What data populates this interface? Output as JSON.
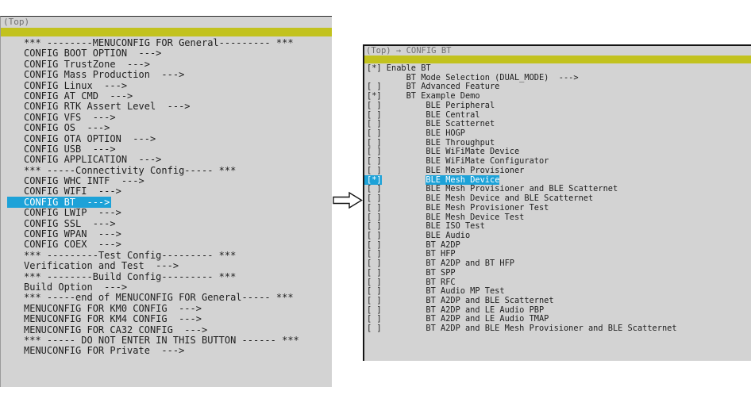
{
  "colors": {
    "panel_bg": "#d3d3d3",
    "pathbar": "#c2c21e",
    "highlight": "#1da2d8",
    "text": "#1e1e1e",
    "breadcrumb": "#6f6f6f"
  },
  "left_panel": {
    "breadcrumb": "(Top)",
    "items": [
      {
        "type": "separator",
        "label": "*** --------MENUCONFIG FOR General--------- ***"
      },
      {
        "type": "submenu",
        "label": "CONFIG BOOT OPTION  --->"
      },
      {
        "type": "submenu",
        "label": "CONFIG TrustZone  --->"
      },
      {
        "type": "submenu",
        "label": "CONFIG Mass Production  --->"
      },
      {
        "type": "submenu",
        "label": "CONFIG Linux  --->"
      },
      {
        "type": "submenu",
        "label": "CONFIG AT CMD  --->"
      },
      {
        "type": "submenu",
        "label": "CONFIG RTK Assert Level  --->"
      },
      {
        "type": "submenu",
        "label": "CONFIG VFS  --->"
      },
      {
        "type": "submenu",
        "label": "CONFIG OS  --->"
      },
      {
        "type": "submenu",
        "label": "CONFIG OTA OPTION  --->"
      },
      {
        "type": "submenu",
        "label": "CONFIG USB  --->"
      },
      {
        "type": "submenu",
        "label": "CONFIG APPLICATION  --->"
      },
      {
        "type": "separator",
        "label": "*** -----Connectivity Config----- ***"
      },
      {
        "type": "submenu",
        "label": "CONFIG WHC INTF  --->"
      },
      {
        "type": "submenu",
        "label": "CONFIG WIFI  --->"
      },
      {
        "type": "submenu",
        "label": "CONFIG BT  --->",
        "selected": true
      },
      {
        "type": "submenu",
        "label": "CONFIG LWIP  --->"
      },
      {
        "type": "submenu",
        "label": "CONFIG SSL  --->"
      },
      {
        "type": "submenu",
        "label": "CONFIG WPAN  --->"
      },
      {
        "type": "submenu",
        "label": "CONFIG COEX  --->"
      },
      {
        "type": "separator",
        "label": "*** ---------Test Config--------- ***"
      },
      {
        "type": "submenu",
        "label": "Verification and Test  --->"
      },
      {
        "type": "separator",
        "label": "*** --------Build Config--------- ***"
      },
      {
        "type": "submenu",
        "label": "Build Option  --->"
      },
      {
        "type": "separator",
        "label": "*** -----end of MENUCONFIG FOR General----- ***"
      },
      {
        "type": "submenu",
        "label": "MENUCONFIG FOR KM0 CONFIG  --->"
      },
      {
        "type": "submenu",
        "label": "MENUCONFIG FOR KM4 CONFIG  --->"
      },
      {
        "type": "submenu",
        "label": "MENUCONFIG FOR CA32 CONFIG  --->"
      },
      {
        "type": "separator",
        "label": "*** ----- DO NOT ENTER IN THIS BUTTON ------ ***"
      },
      {
        "type": "submenu",
        "label": "MENUCONFIG FOR Private  --->"
      }
    ]
  },
  "right_panel": {
    "breadcrumb": "(Top) → CONFIG BT",
    "items": [
      {
        "checkbox": "[*]",
        "spaces": 1,
        "label": "Enable BT"
      },
      {
        "checkbox": "",
        "spaces": 5,
        "label": "BT Mode Selection (DUAL_MODE)  --->"
      },
      {
        "checkbox": "[ ]",
        "spaces": 5,
        "label": "BT Advanced Feature"
      },
      {
        "checkbox": "[*]",
        "spaces": 5,
        "label": "BT Example Demo"
      },
      {
        "checkbox": "[ ]",
        "spaces": 9,
        "label": "BLE Peripheral"
      },
      {
        "checkbox": "[ ]",
        "spaces": 9,
        "label": "BLE Central"
      },
      {
        "checkbox": "[ ]",
        "spaces": 9,
        "label": "BLE Scatternet"
      },
      {
        "checkbox": "[ ]",
        "spaces": 9,
        "label": "BLE HOGP"
      },
      {
        "checkbox": "[ ]",
        "spaces": 9,
        "label": "BLE Throughput"
      },
      {
        "checkbox": "[ ]",
        "spaces": 9,
        "label": "BLE WiFiMate Device"
      },
      {
        "checkbox": "[ ]",
        "spaces": 9,
        "label": "BLE WiFiMate Configurator"
      },
      {
        "checkbox": "[ ]",
        "spaces": 9,
        "label": "BLE Mesh Provisioner"
      },
      {
        "checkbox": "[*]",
        "spaces": 9,
        "label": "BLE Mesh Device",
        "selected": true
      },
      {
        "checkbox": "[ ]",
        "spaces": 9,
        "label": "BLE Mesh Provisioner and BLE Scatternet"
      },
      {
        "checkbox": "[ ]",
        "spaces": 9,
        "label": "BLE Mesh Device and BLE Scatternet"
      },
      {
        "checkbox": "[ ]",
        "spaces": 9,
        "label": "BLE Mesh Provisioner Test"
      },
      {
        "checkbox": "[ ]",
        "spaces": 9,
        "label": "BLE Mesh Device Test"
      },
      {
        "checkbox": "[ ]",
        "spaces": 9,
        "label": "BLE ISO Test"
      },
      {
        "checkbox": "[ ]",
        "spaces": 9,
        "label": "BLE Audio"
      },
      {
        "checkbox": "[ ]",
        "spaces": 9,
        "label": "BT A2DP"
      },
      {
        "checkbox": "[ ]",
        "spaces": 9,
        "label": "BT HFP"
      },
      {
        "checkbox": "[ ]",
        "spaces": 9,
        "label": "BT A2DP and BT HFP"
      },
      {
        "checkbox": "[ ]",
        "spaces": 9,
        "label": "BT SPP"
      },
      {
        "checkbox": "[ ]",
        "spaces": 9,
        "label": "BT RFC"
      },
      {
        "checkbox": "[ ]",
        "spaces": 9,
        "label": "BT Audio MP Test"
      },
      {
        "checkbox": "[ ]",
        "spaces": 9,
        "label": "BT A2DP and BLE Scatternet"
      },
      {
        "checkbox": "[ ]",
        "spaces": 9,
        "label": "BT A2DP and LE Audio PBP"
      },
      {
        "checkbox": "[ ]",
        "spaces": 9,
        "label": "BT A2DP and LE Audio TMAP"
      },
      {
        "checkbox": "[ ]",
        "spaces": 9,
        "label": "BT A2DP and BLE Mesh Provisioner and BLE Scatternet"
      }
    ]
  }
}
